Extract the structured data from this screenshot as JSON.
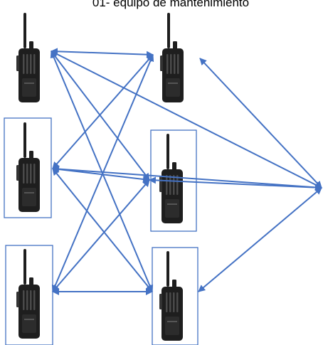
{
  "caption": "01- equipo de mantenimiento",
  "colors": {
    "arrow": "#4472C4",
    "frame": "#4472C4",
    "radio_body": "#1e1e1e",
    "radio_highlight": "#4a4a4a"
  },
  "radio_icon": "walkie-talkie-icon",
  "radios": [
    {
      "id": "r1",
      "framed": false
    },
    {
      "id": "r2",
      "framed": false
    },
    {
      "id": "r3",
      "framed": true
    },
    {
      "id": "r4",
      "framed": true
    },
    {
      "id": "r5",
      "framed": true
    },
    {
      "id": "r6",
      "framed": true
    }
  ],
  "connections": [
    [
      "r1",
      "r2"
    ],
    [
      "r1",
      "r4"
    ],
    [
      "r1",
      "r6"
    ],
    [
      "r1",
      "hub"
    ],
    [
      "r3",
      "r2"
    ],
    [
      "r3",
      "r4"
    ],
    [
      "r3",
      "r6"
    ],
    [
      "r3",
      "hub"
    ],
    [
      "r5",
      "r2"
    ],
    [
      "r5",
      "r4"
    ],
    [
      "r5",
      "r6"
    ],
    [
      "hub",
      "r2"
    ],
    [
      "hub",
      "r4"
    ],
    [
      "hub",
      "r6"
    ]
  ]
}
